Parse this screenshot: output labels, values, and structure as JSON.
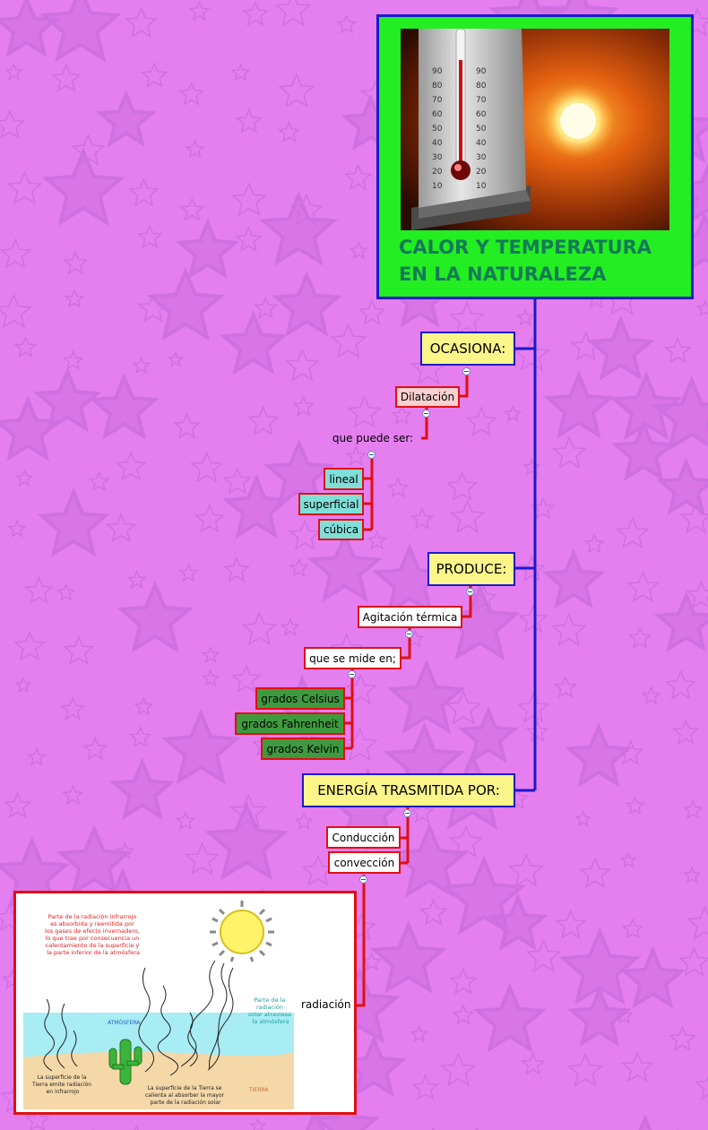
{
  "main_topic": {
    "title": "CALOR Y TEMPERATURA\nEN LA NATURALEZA",
    "image": "thermometer-and-sun",
    "thermometer_ticks": [
      "90",
      "80",
      "70",
      "60",
      "50",
      "40",
      "30",
      "20",
      "10"
    ]
  },
  "branches": {
    "ocasiona": {
      "label": "OCASIONA:",
      "child": "Dilatación",
      "sub": "que puede ser:",
      "items": [
        "lineal",
        "superficial",
        "cúbica"
      ]
    },
    "produce": {
      "label": "PRODUCE:",
      "child": "Agitación térmica",
      "sub": "que se mide en;",
      "items": [
        "grados Celsius",
        "grados Fahrenheit",
        "grados Kelvin"
      ]
    },
    "energia": {
      "label": "ENERGÍA TRASMITIDA POR:",
      "items": [
        "Conducción",
        "convección",
        "radiación"
      ]
    }
  },
  "radiation_image": {
    "text_left": "Parte de la radiación infrarrojo es absorbida y reemitida por los gases de efecto invernadero, lo que trae por consecuencia un calentamiento de la superficie y la parte inferior de la atmósfera",
    "text_right": "Parte de la radiación solar atraviesa la atmósfera",
    "label_atmosfera": "ATMÓSFERA",
    "label_tierra": "TIERRA",
    "text_bottom_left": "La superficie de la Tierra emite radiación en infrarrojo",
    "text_bottom_mid": "La superficie de la Tierra se calienta al absorber la mayor parte de la radiación solar"
  },
  "colors": {
    "background": "#e57ff0",
    "main_box": "#22ee22",
    "title_text": "#157a58",
    "branch_box": "#fbf58a",
    "connector_blue": "#1a1acc",
    "connector_red": "#e01010"
  }
}
